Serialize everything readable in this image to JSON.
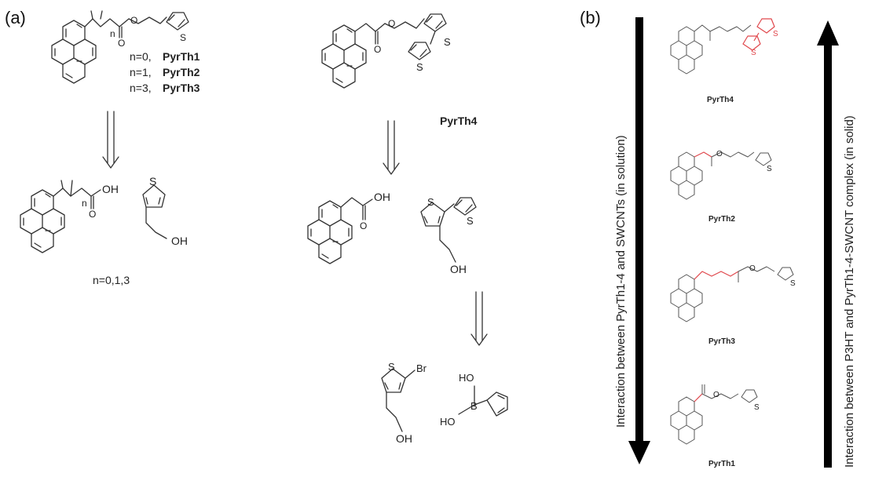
{
  "panels": {
    "a": "(a)",
    "b": "(b)"
  },
  "atoms": {
    "S": "S",
    "O": "O",
    "OH": "OH",
    "Br": "Br",
    "B": "B",
    "HO": "HO",
    "n": "n"
  },
  "panel_a": {
    "col1": {
      "n0": "n=0,",
      "n0_name": "PyrTh1",
      "n1": "n=1,",
      "n1_name": "PyrTh2",
      "n3": "n=3,",
      "n3_name": "PyrTh3",
      "n_values": "n=0,1,3"
    },
    "col2": {
      "name": "PyrTh4"
    }
  },
  "panel_b": {
    "left_arrow_label": "Interaction between PyrTh1-4 and SWCNTs (in solution)",
    "right_arrow_label": "Interaction between P3HT and PyrTh1-4-SWCNT complex (in solid)",
    "compounds": [
      "PyrTh4",
      "PyrTh2",
      "PyrTh3",
      "PyrTh1"
    ]
  }
}
